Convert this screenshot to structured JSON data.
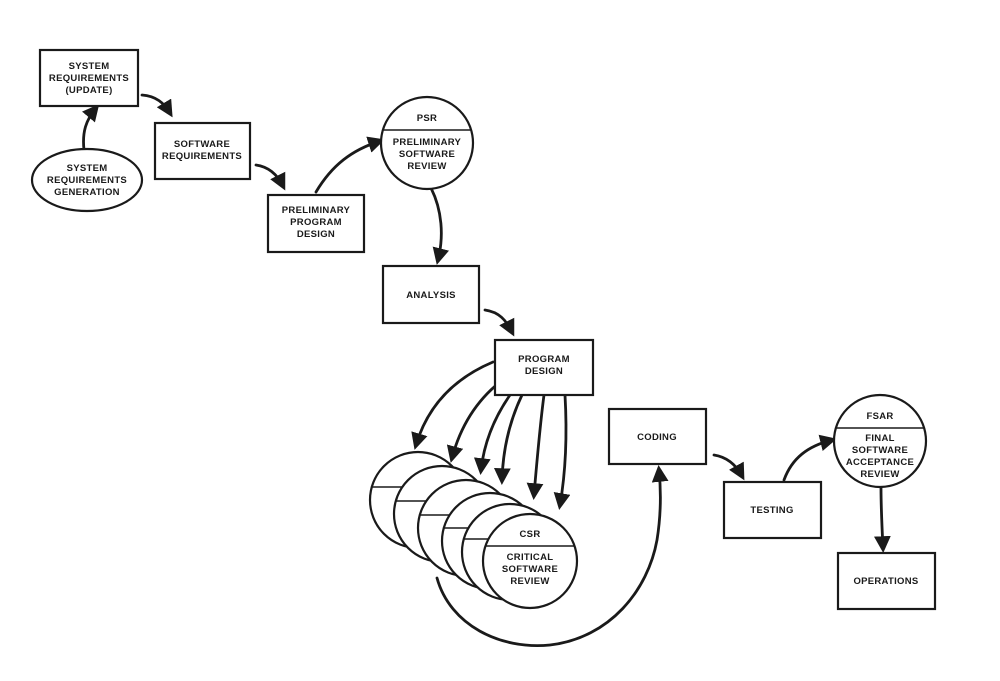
{
  "nodes": {
    "system_requirements_update": [
      "SYSTEM",
      "REQUIREMENTS",
      "(UPDATE)"
    ],
    "system_requirements_generation": [
      "SYSTEM",
      "REQUIREMENTS",
      "GENERATION"
    ],
    "software_requirements": [
      "SOFTWARE",
      "REQUIREMENTS"
    ],
    "preliminary_program_design": [
      "PRELIMINARY",
      "PROGRAM",
      "DESIGN"
    ],
    "psr": {
      "abbr": "PSR",
      "lines": [
        "PRELIMINARY",
        "SOFTWARE",
        "REVIEW"
      ]
    },
    "analysis": [
      "ANALYSIS"
    ],
    "program_design": [
      "PROGRAM",
      "DESIGN"
    ],
    "csr": {
      "abbr": "CSR",
      "lines": [
        "CRITICAL",
        "SOFTWARE",
        "REVIEW"
      ]
    },
    "coding": [
      "CODING"
    ],
    "testing": [
      "TESTING"
    ],
    "fsar": {
      "abbr": "FSAR",
      "lines": [
        "FINAL",
        "SOFTWARE",
        "ACCEPTANCE",
        "REVIEW"
      ]
    },
    "operations": [
      "OPERATIONS"
    ]
  }
}
